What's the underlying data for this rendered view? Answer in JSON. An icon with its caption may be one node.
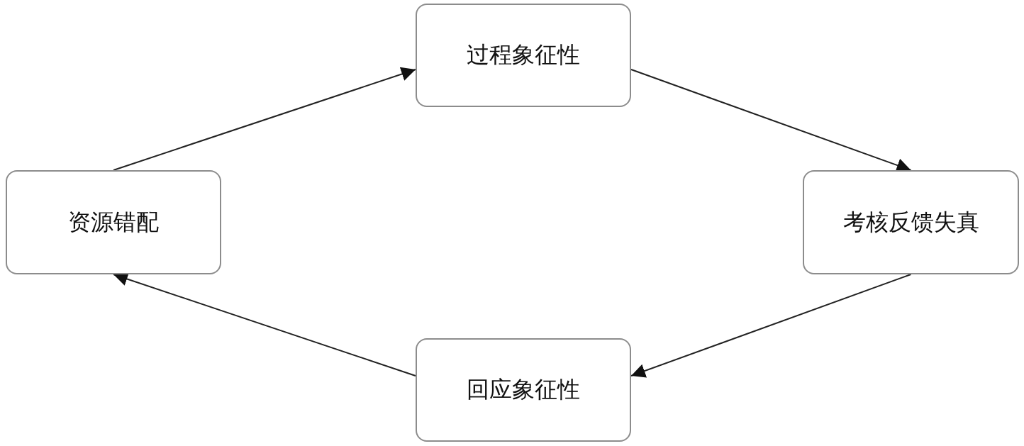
{
  "diagram": {
    "nodes": [
      {
        "text": [
          "过程象征性"
        ]
      },
      {
        "text": [
          "考核反馈失真"
        ]
      },
      {
        "text": [
          "回应象征性"
        ]
      },
      {
        "text": [
          "资源错配"
        ]
      }
    ],
    "edges": [
      {
        "from": 3,
        "to": 0,
        "arrow": "to"
      },
      {
        "from": 0,
        "to": 1,
        "arrow": "to"
      },
      {
        "from": 1,
        "to": 2,
        "arrow": "to"
      },
      {
        "from": 2,
        "to": 3,
        "arrow": "to"
      }
    ]
  }
}
